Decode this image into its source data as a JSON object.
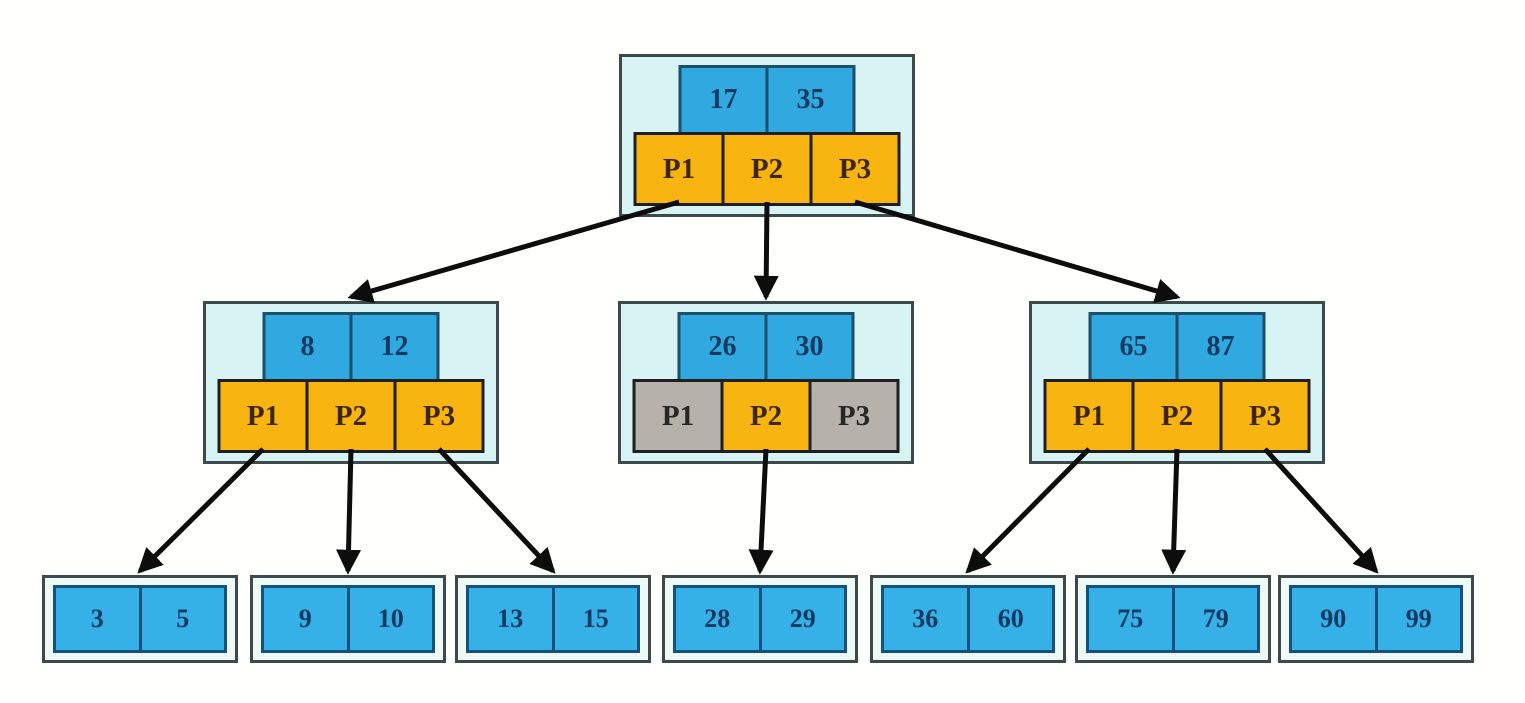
{
  "diagram": {
    "kind": "b-plus-tree"
  },
  "colors": {
    "node_bg": "#d8f3f4",
    "node_border": "#3c4a4a",
    "key_fill": "#2fa9e0",
    "key_border": "#1c5068",
    "key_text": "#133a60",
    "pointer_active_fill": "#f8b511",
    "pointer_inactive_fill": "#b6b2ab",
    "pointer_border": "#1f1f1f",
    "pointer_text": "#3e2706",
    "pointer_inactive_text": "#262626",
    "leaf_outer_bg": "#eef8f5",
    "leaf_outer_border": "#3c4a4a",
    "leaf_cell_fill": "#35b1e7",
    "leaf_border": "#14517d",
    "leaf_text": "#113a63",
    "arrow_color": "#0d0d0d",
    "background": "#fffffe"
  },
  "internal_nodes": [
    {
      "id": "root",
      "keys": [
        "17",
        "35"
      ],
      "pointers": [
        {
          "label": "P1",
          "state": "active"
        },
        {
          "label": "P2",
          "state": "active"
        },
        {
          "label": "P3",
          "state": "active"
        }
      ]
    },
    {
      "id": "node-8-12",
      "keys": [
        "8",
        "12"
      ],
      "pointers": [
        {
          "label": "P1",
          "state": "active"
        },
        {
          "label": "P2",
          "state": "active"
        },
        {
          "label": "P3",
          "state": "active"
        }
      ]
    },
    {
      "id": "node-26-30",
      "keys": [
        "26",
        "30"
      ],
      "pointers": [
        {
          "label": "P1",
          "state": "inactive"
        },
        {
          "label": "P2",
          "state": "active"
        },
        {
          "label": "P3",
          "state": "inactive"
        }
      ]
    },
    {
      "id": "node-65-87",
      "keys": [
        "65",
        "87"
      ],
      "pointers": [
        {
          "label": "P1",
          "state": "active"
        },
        {
          "label": "P2",
          "state": "active"
        },
        {
          "label": "P3",
          "state": "active"
        }
      ]
    }
  ],
  "leaf_nodes": [
    {
      "id": "leaf-3-5",
      "values": [
        "3",
        "5"
      ]
    },
    {
      "id": "leaf-9-10",
      "values": [
        "9",
        "10"
      ]
    },
    {
      "id": "leaf-13-15",
      "values": [
        "13",
        "15"
      ]
    },
    {
      "id": "leaf-28-29",
      "values": [
        "28",
        "29"
      ]
    },
    {
      "id": "leaf-36-60",
      "values": [
        "36",
        "60"
      ]
    },
    {
      "id": "leaf-75-79",
      "values": [
        "75",
        "79"
      ]
    },
    {
      "id": "leaf-90-99",
      "values": [
        "90",
        "99"
      ]
    }
  ],
  "edges": [
    {
      "from_node": "root",
      "from_pointer": 0,
      "to": "node-8-12"
    },
    {
      "from_node": "root",
      "from_pointer": 1,
      "to": "node-26-30"
    },
    {
      "from_node": "root",
      "from_pointer": 2,
      "to": "node-65-87"
    },
    {
      "from_node": "node-8-12",
      "from_pointer": 0,
      "to": "leaf-3-5"
    },
    {
      "from_node": "node-8-12",
      "from_pointer": 1,
      "to": "leaf-9-10"
    },
    {
      "from_node": "node-8-12",
      "from_pointer": 2,
      "to": "leaf-13-15"
    },
    {
      "from_node": "node-26-30",
      "from_pointer": 1,
      "to": "leaf-28-29"
    },
    {
      "from_node": "node-65-87",
      "from_pointer": 0,
      "to": "leaf-36-60"
    },
    {
      "from_node": "node-65-87",
      "from_pointer": 1,
      "to": "leaf-75-79"
    },
    {
      "from_node": "node-65-87",
      "from_pointer": 2,
      "to": "leaf-90-99"
    }
  ]
}
